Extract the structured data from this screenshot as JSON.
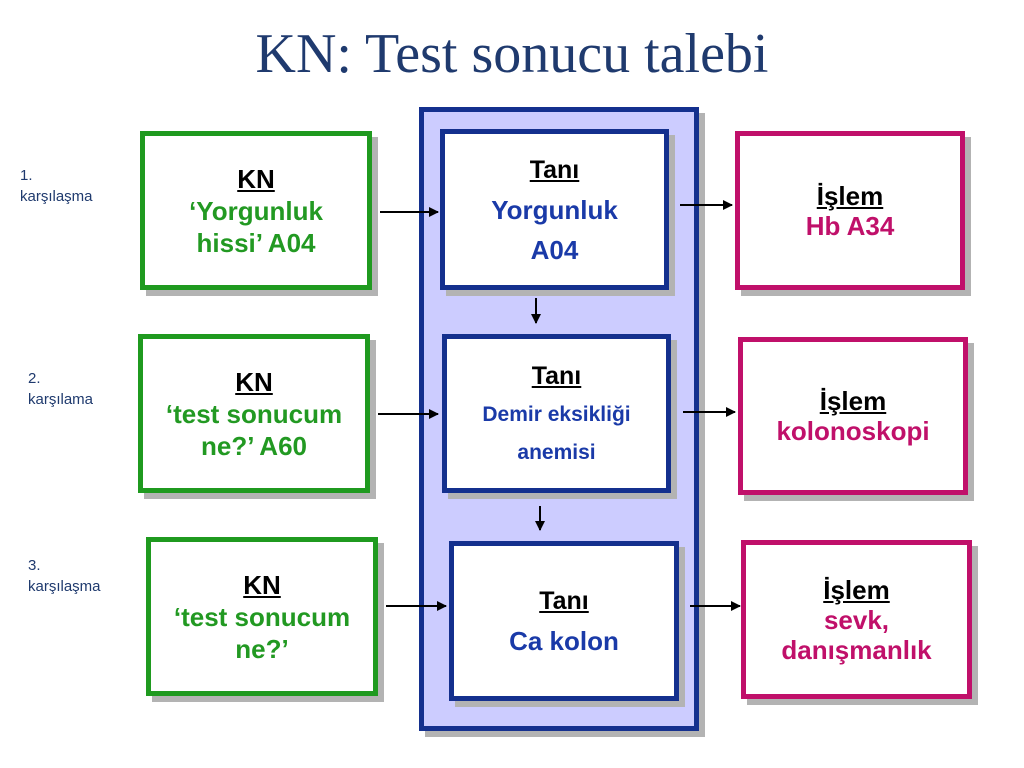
{
  "title": "KN: Test sonucu talebi",
  "rows": [
    {
      "label_num": "1.",
      "label_text": "karşılaşma",
      "kn": {
        "head": "KN",
        "line1": "‘Yorgunluk",
        "line2": "hissi’ A04"
      },
      "tani": {
        "head": "Tanı",
        "line1": "Yorgunluk",
        "line2": "A04"
      },
      "islem": {
        "head": "İşlem",
        "line1": "Hb A34",
        "line2": ""
      }
    },
    {
      "label_num": "2.",
      "label_text": "karşılama",
      "kn": {
        "head": "KN",
        "line1": "‘test sonucum",
        "line2": "ne?’ A60"
      },
      "tani": {
        "head": "Tanı",
        "line1": "Demir eksikliği",
        "line2": "anemisi"
      },
      "islem": {
        "head": "İşlem",
        "line1": "kolonoskopi",
        "line2": ""
      }
    },
    {
      "label_num": "3.",
      "label_text": "karşılaşma",
      "kn": {
        "head": "KN",
        "line1": "‘test sonucum",
        "line2": "ne?’"
      },
      "tani": {
        "head": "Tanı",
        "line1": "Ca kolon",
        "line2": ""
      },
      "islem": {
        "head": "İşlem",
        "line1": "sevk,",
        "line2": "danışmanlık"
      }
    }
  ],
  "colors": {
    "title": "#1f3a6e",
    "kn_border": "#1f9a1f",
    "kn_text": "#229922",
    "tani_border": "#14308e",
    "tani_text": "#1a3aa8",
    "islem_border": "#c0106a",
    "panel_fill": "#ccccff"
  }
}
